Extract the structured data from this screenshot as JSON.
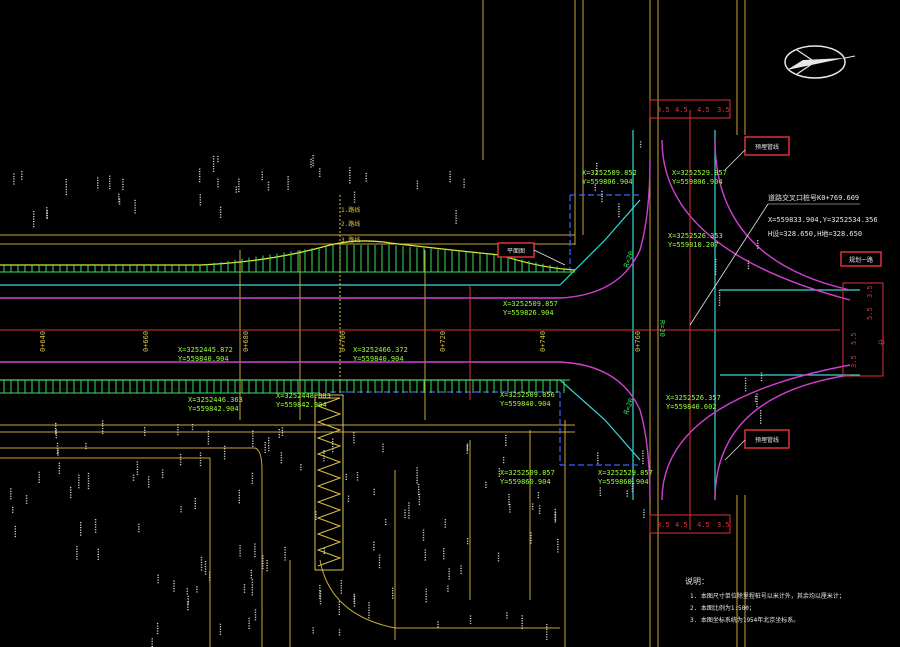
{
  "colors": {
    "background": "#000000",
    "yellow": "#d9c34a",
    "green": "#39e05a",
    "cyan": "#38d8d8",
    "red": "#e0303a",
    "magenta": "#d040d0",
    "blue": "#4060ff",
    "white": "#e8e8e8",
    "bright_green": "#9cff3c"
  },
  "callouts": {
    "left_tag": "平面图",
    "top_right_tag": "预埋管线",
    "right_tag": "规划一路",
    "bottom_right_tag": "预埋管线"
  },
  "cursor_labels": {
    "l1": "1.路线",
    "l2": "2.路线",
    "l3": "3.路线"
  },
  "coordinates": {
    "c1_x": "X=3252509.852",
    "c1_y": "Y=559806.904",
    "c2_x": "X=3252529.857",
    "c2_y": "Y=559806.904",
    "c3_x": "X=3252526.353",
    "c3_y": "Y=559810.207",
    "c4_x": "X=3252509.857",
    "c4_y": "Y=559826.904",
    "c5_x": "X=3252445.872",
    "c5_y": "Y=559840.904",
    "c6_x": "X=3252466.372",
    "c6_y": "Y=559840.904",
    "c7_x": "X=3252509.856",
    "c7_y": "Y=559840.904",
    "c8_x": "X=3252526.357",
    "c8_y": "Y=559840.602",
    "c9_x": "X=3252446.363",
    "c9_y": "Y=559842.904",
    "c10_x": "X=3252448.883",
    "c10_y": "Y=559842.904",
    "c11_x": "X=3252509.857",
    "c11_y": "Y=559860.904",
    "c12_x": "X=3252529.857",
    "c12_y": "Y=559860.904"
  },
  "intersection_note": {
    "title": "道路交叉口桩号K0+769.609",
    "line1": "X=559833.904,Y=3252534.356",
    "line2": "H设=328.650,H地=328.650"
  },
  "radius_labels": {
    "r1": "R=20",
    "r2": "R=20",
    "r3": "R=20"
  },
  "stations": {
    "s1": "0+640",
    "s2": "0+660",
    "s3": "0+680",
    "s4": "0+700",
    "s5": "0+720",
    "s6": "0+740",
    "s7": "0+760"
  },
  "lane_widths_top": [
    "3.5",
    "4.5",
    "4.5",
    "3.5"
  ],
  "lane_widths_bottom": [
    "3.5",
    "4.5",
    "4.5",
    "3.5"
  ],
  "lane_widths_right": [
    "3.5",
    "5.5",
    "5.5",
    "3.5"
  ],
  "right_road_marker": "中",
  "notes": {
    "title": "说明：",
    "n1": "1. 本图尺寸单位除里程桩号以米计外，其余均以厘米计；",
    "n2": "2. 本图比例为1:500；",
    "n3": "3. 本图坐标系统为1954年北京坐标系。"
  }
}
